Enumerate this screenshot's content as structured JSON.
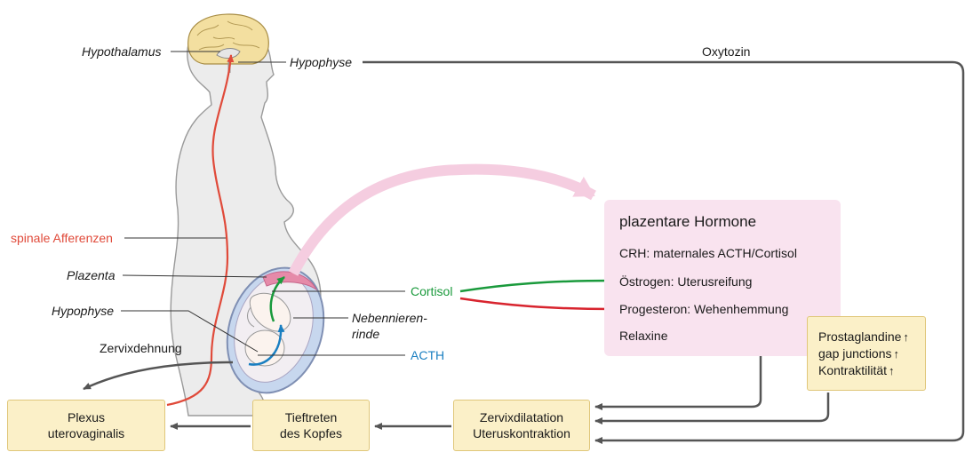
{
  "labels": {
    "hypothalamus": "Hypothalamus",
    "hypophyse_maternal": "Hypophyse",
    "oxytozin": "Oxytozin",
    "spinale_afferenzen": "spinale Afferenzen",
    "plazenta": "Plazenta",
    "hypophyse_fetal": "Hypophyse",
    "zervixdehnung": "Zervixdehnung",
    "cortisol": "Cortisol",
    "nebennierenrinde_1": "Nebennieren-",
    "nebennierenrinde_2": "rinde",
    "acth": "ACTH"
  },
  "placental_hormones": {
    "title": "plazentare Hormone",
    "items": [
      "CRH: maternales ACTH/Cortisol",
      "Östrogen: Uterusreifung",
      "Progesteron: Wehenhemmung",
      "Relaxine"
    ]
  },
  "effects_box": {
    "items": [
      "Prostaglandine",
      "gap junctions",
      "Kontraktilität"
    ],
    "arrow_glyph": "↑"
  },
  "boxes": {
    "plexus": [
      "Plexus",
      "uterovaginalis"
    ],
    "tieftreten": [
      "Tieftreten",
      "des Kopfes"
    ],
    "zervixdilatation": [
      "Zervixdilatation",
      "Uteruskontraktion"
    ]
  },
  "colors": {
    "afferent_red": "#e04a3a",
    "cortisol_green": "#1a9a3c",
    "acth_blue": "#1a7fc1",
    "inhibit_red": "#d8242e",
    "pink_arrow": "#f2b6d2",
    "panel_pink": "#f9e3ef",
    "box_yellow": "#fbf0c8",
    "connector_gray": "#555555"
  }
}
